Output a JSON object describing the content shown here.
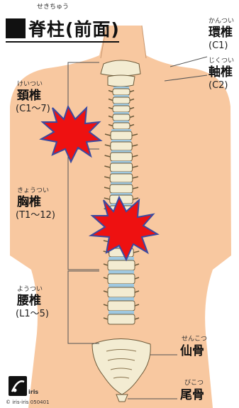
{
  "title": {
    "ruby": "せきちゅう",
    "text": "脊柱(前面)"
  },
  "labels": {
    "atlas": {
      "ruby": "かんつい",
      "name": "環椎",
      "range": "(C1)"
    },
    "axis": {
      "ruby": "じくつい",
      "name": "軸椎",
      "range": "(C2)"
    },
    "cervical": {
      "ruby": "けいつい",
      "name": "頚椎",
      "range": "(C1〜7)"
    },
    "thoracic": {
      "ruby": "きょうつい",
      "name": "胸椎",
      "range": "(T1〜12)"
    },
    "lumbar": {
      "ruby": "ようつい",
      "name": "腰椎",
      "range": "(L1〜5)"
    },
    "sacrum": {
      "ruby": "せんこつ",
      "name": "仙骨"
    },
    "coccyx": {
      "ruby": "びこつ",
      "name": "尾骨"
    }
  },
  "logo": {
    "text": "iris"
  },
  "copyright": "© iris-iris 050401",
  "colors": {
    "skin": "#f8c8a0",
    "bone": "#f3ecd2",
    "disc": "#9fc8e0",
    "pain": "#ee1111",
    "pain_outline": "#3a4aa0"
  }
}
